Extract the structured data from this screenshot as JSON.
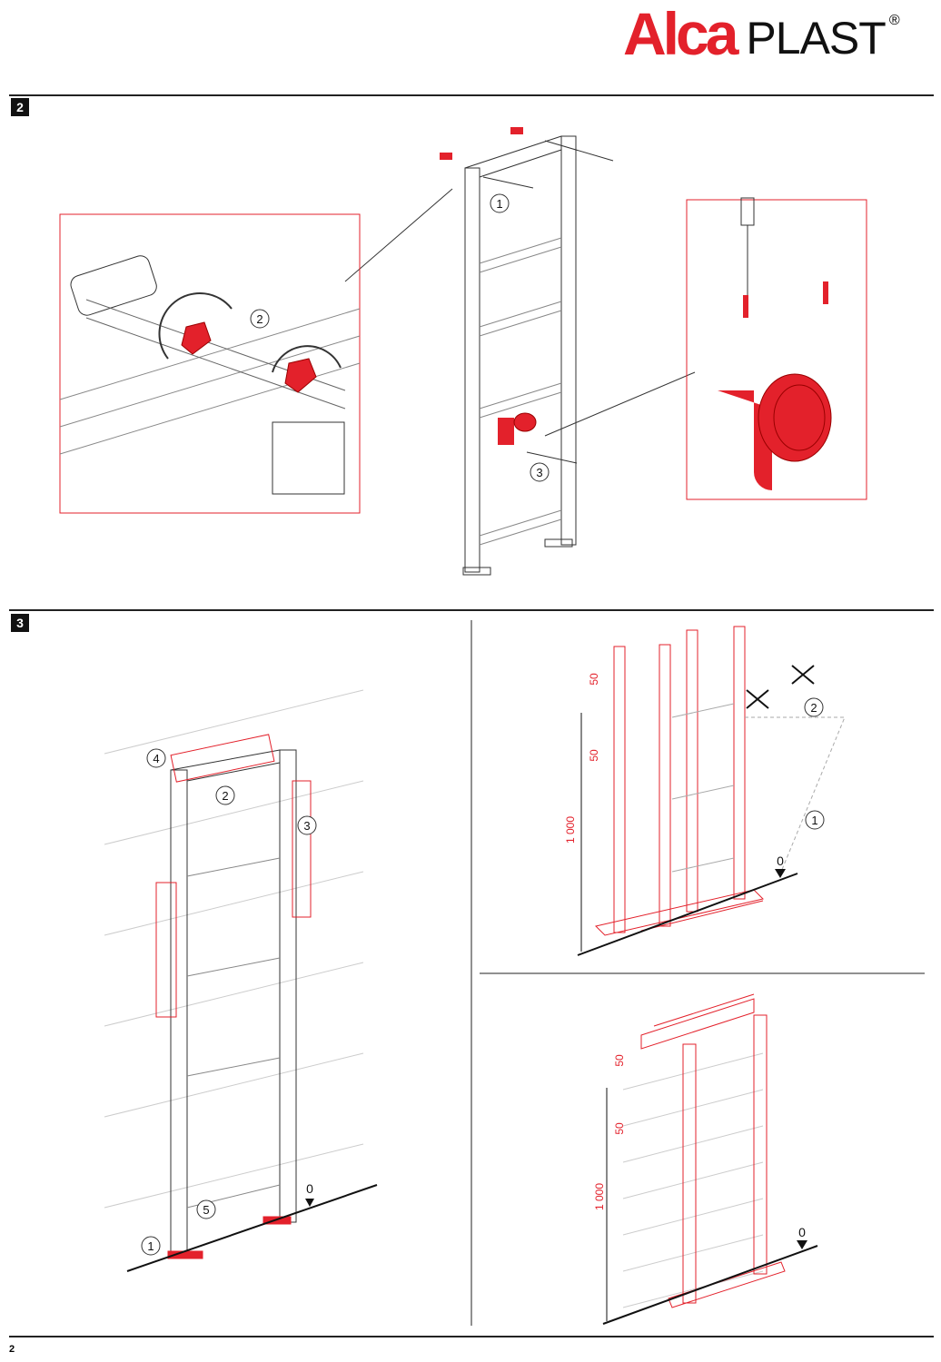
{
  "brand": {
    "part1": "Alca",
    "part2": "PLAST",
    "registered": "®"
  },
  "sections": [
    {
      "number": "2",
      "callouts": [
        "1",
        "2",
        "3"
      ]
    },
    {
      "number": "3",
      "left_callouts": [
        "1",
        "2",
        "3",
        "4",
        "5"
      ],
      "left_level": "0",
      "right_top": {
        "callouts": [
          "1",
          "2"
        ],
        "dim_50a": "50",
        "dim_50b": "50",
        "dim_height": "1 000",
        "level": "0"
      },
      "right_bottom": {
        "dim_50a": "50",
        "dim_50b": "50",
        "dim_height": "1 000",
        "level": "0"
      }
    }
  ],
  "page_number": "2",
  "colors": {
    "accent": "#e3212b",
    "line": "#222222"
  }
}
